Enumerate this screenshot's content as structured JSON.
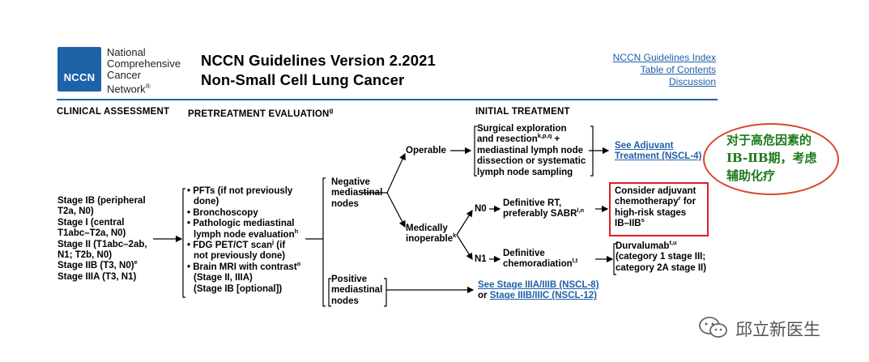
{
  "header": {
    "org_lines": [
      "National",
      "Comprehensive",
      "Cancer",
      "Network"
    ],
    "org_mark": "®",
    "logo_text": "NCCN",
    "title": "NCCN Guidelines Version 2.2021",
    "subtitle": "Non-Small Cell Lung Cancer",
    "links": [
      "NCCN Guidelines Index",
      "Table of Contents",
      "Discussion"
    ]
  },
  "columns": {
    "clinical": "CLINICAL ASSESSMENT",
    "pretreatment": "PRETREATMENT EVALUATION",
    "pretreatment_sup": "g",
    "initial": "INITIAL TREATMENT"
  },
  "stages": [
    "Stage IB (peripheral",
    "T2a, N0)",
    "Stage I (central",
    "T1abc–T2a, N0)",
    "Stage II (T1abc–2ab,",
    "N1; T2b, N0)",
    "Stage IIB (T3, N0)",
    "Stage IIIA (T3, N1)"
  ],
  "stage_sup": "e",
  "evaluation": {
    "l1": "• PFTs (if not previously",
    "l2": "done)",
    "l3": "• Bronchoscopy",
    "l4": "• Pathologic mediastinal",
    "l5": "lymph node evaluation",
    "l5_sup": "h",
    "l6": "• FDG PET/CT scan",
    "l6_sup": "j",
    "l6_tail": " (if",
    "l7": "not previously done)",
    "l8": "• Brain MRI with contrast",
    "l8_sup": "o",
    "l9": "(Stage II, IIIA)",
    "l10": "(Stage IB [optional])"
  },
  "negative_nodes": [
    "Negative",
    "mediastinal",
    "nodes"
  ],
  "positive_nodes": [
    "Positive",
    "mediastinal",
    "nodes"
  ],
  "operable": "Operable",
  "medically": "Medically",
  "inoperable": "inoperable",
  "inoperable_sup": "k",
  "surgical": {
    "l1": "Surgical exploration",
    "l2": "and resection",
    "l2_sup": "k,p,q",
    "l2_tail": " +",
    "l3": "mediastinal lymph node",
    "l4": "dissection or systematic",
    "l5": "lymph node sampling"
  },
  "adjuvant_link": [
    "See Adjuvant",
    "Treatment (NSCL-4)"
  ],
  "n0": "N0",
  "n1": "N1",
  "definitive_rt": {
    "l1": "Definitive RT,",
    "l2": "preferably  SABR",
    "sup": "l,n"
  },
  "chemorad": {
    "l1": "Definitive",
    "l2": "chemoradiation",
    "sup": "l,t"
  },
  "adjuvant_box": {
    "l1": "Consider adjuvant",
    "l2": "chemotherapy",
    "l2_sup": "r",
    "l2_tail": " for",
    "l3": "high-risk stages",
    "l4": "IB–IIB",
    "l4_sup": "s"
  },
  "durvalumab": {
    "l1": "Durvalumab",
    "l1_sup": "t,u",
    "l2": "(category 1 stage III;",
    "l3": "category 2A stage II)"
  },
  "stage3_link": {
    "l1": "See Stage IIIA/IIIB (NSCL-8)",
    "l2_pre": "or ",
    "l2_link": "Stage IIIB/IIIC (NSCL-12)"
  },
  "annotation": [
    "对于高危因素的",
    "IB-ⅡB期，考虑",
    "辅助化疗"
  ],
  "watermark": "邱立新医生",
  "colors": {
    "nccn_blue": "#1e63a8",
    "link_blue": "#1f5fa8",
    "highlight_red": "#e02020",
    "annotation_green": "#1c7a1c"
  }
}
